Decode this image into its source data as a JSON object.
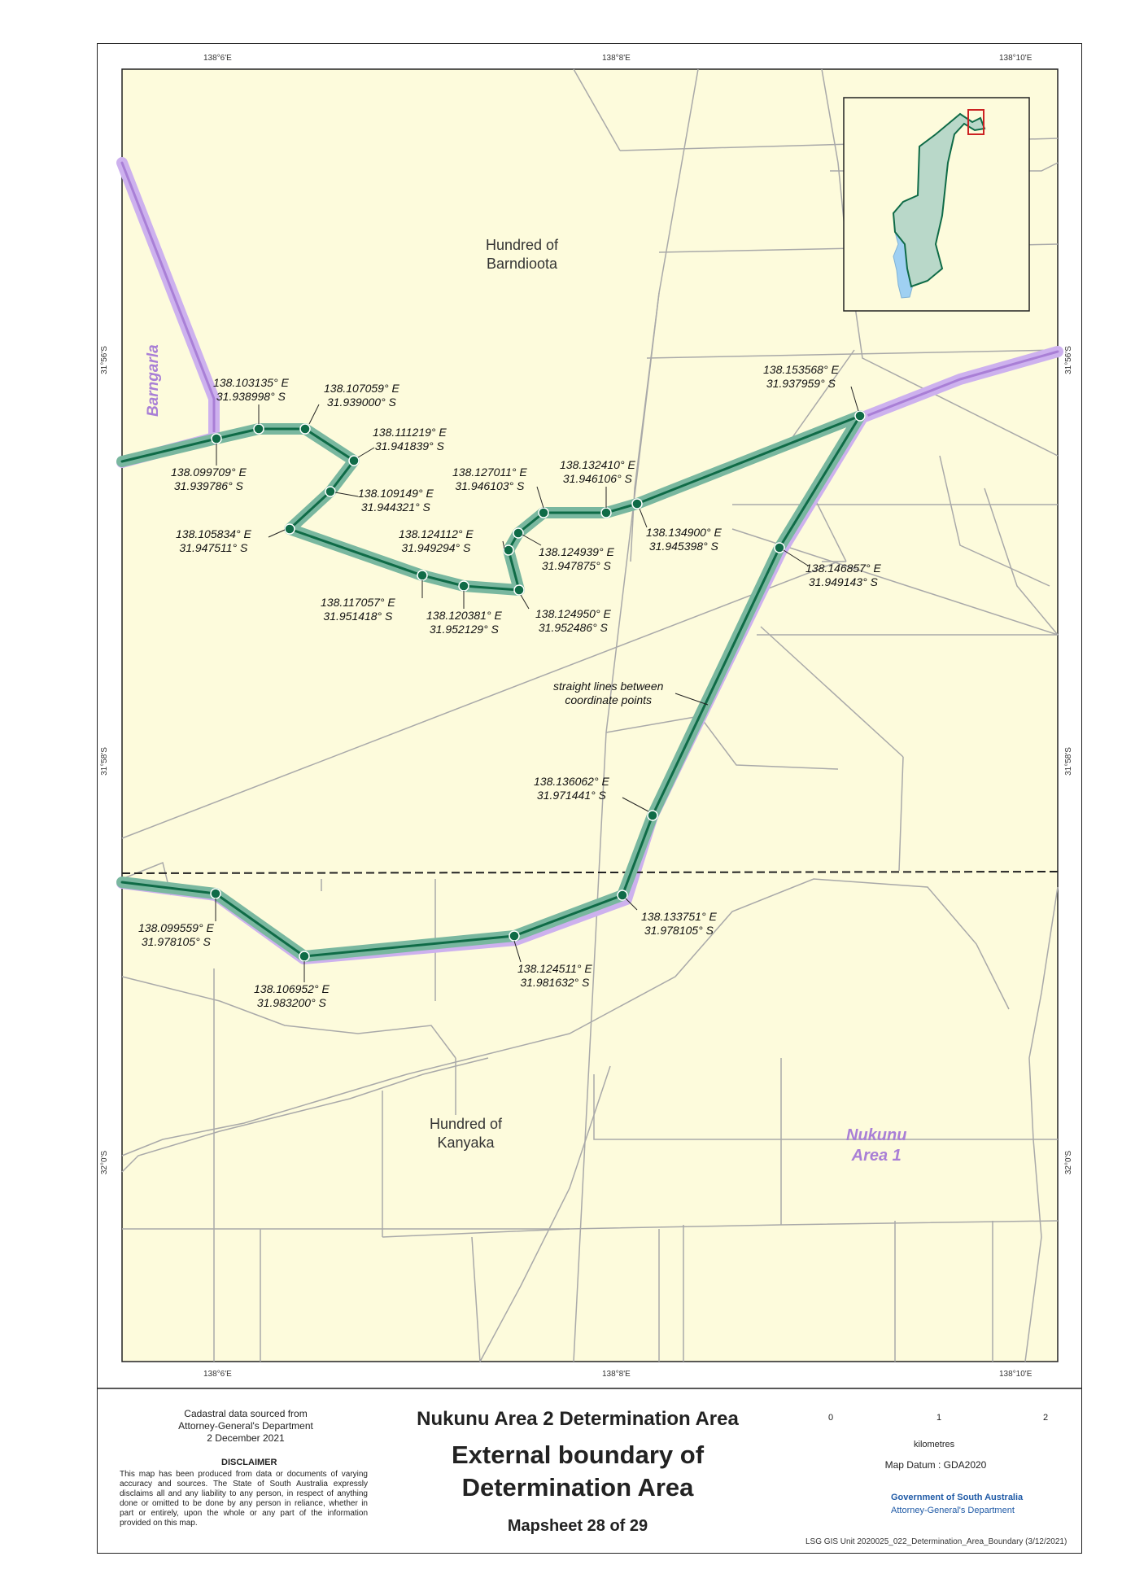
{
  "graticule": {
    "top_x": [
      "138°6'E",
      "138°8'E",
      "138°10'E"
    ],
    "bottom_x": [
      "138°6'E",
      "138°8'E",
      "138°10'E"
    ],
    "left_y": [
      "31°56'S",
      "31°58'S",
      "32°0'S"
    ],
    "right_y": [
      "31°56'S",
      "31°58'S",
      "32°0'S"
    ]
  },
  "regions": {
    "barndioota": [
      "Hundred of",
      "Barndioota"
    ],
    "kanyaka": [
      "Hundred of",
      "Kanyaka"
    ],
    "nukunu": [
      "Nukunu",
      "Area 1"
    ],
    "barngarla": "Barngarla"
  },
  "note": [
    "straight lines between",
    "coordinate points"
  ],
  "points": [
    {
      "e": "138.103135° E",
      "s": "31.938998° S"
    },
    {
      "e": "138.107059° E",
      "s": "31.939000° S"
    },
    {
      "e": "138.111219° E",
      "s": "31.941839° S"
    },
    {
      "e": "138.099709° E",
      "s": "31.939786° S"
    },
    {
      "e": "138.109149° E",
      "s": "31.944321° S"
    },
    {
      "e": "138.105834° E",
      "s": "31.947511° S"
    },
    {
      "e": "138.127011° E",
      "s": "31.946103° S"
    },
    {
      "e": "138.132410° E",
      "s": "31.946106° S"
    },
    {
      "e": "138.124112° E",
      "s": "31.949294° S"
    },
    {
      "e": "138.124939° E",
      "s": "31.947875° S"
    },
    {
      "e": "138.134900° E",
      "s": "31.945398° S"
    },
    {
      "e": "138.153568° E",
      "s": "31.937959° S"
    },
    {
      "e": "138.146857° E",
      "s": "31.949143° S"
    },
    {
      "e": "138.117057° E",
      "s": "31.951418° S"
    },
    {
      "e": "138.120381° E",
      "s": "31.952129° S"
    },
    {
      "e": "138.124950° E",
      "s": "31.952486° S"
    },
    {
      "e": "138.136062° E",
      "s": "31.971441° S"
    },
    {
      "e": "138.099559° E",
      "s": "31.978105° S"
    },
    {
      "e": "138.133751° E",
      "s": "31.978105° S"
    },
    {
      "e": "138.124511° E",
      "s": "31.981632° S"
    },
    {
      "e": "138.106952° E",
      "s": "31.983200° S"
    }
  ],
  "legend": {
    "source": [
      "Cadastral data sourced from",
      "Attorney-General's Department",
      "2 December 2021"
    ],
    "disclaimer_title": "DISCLAIMER",
    "disclaimer_text": "This map has been produced from data or documents of varying accuracy and sources. The State of South Australia expressly disclaims all and any liability to any person, in respect of anything done or omitted to be done by any person in reliance, whether in part or entirely, upon the whole or any part of the information provided on this map.",
    "title_small": "Nukunu Area 2 Determination Area",
    "title_large": [
      "External boundary of",
      "Determination Area"
    ],
    "mapsheet": "Mapsheet 28 of 29",
    "scale_ticks": [
      "0",
      "1",
      "2"
    ],
    "scale_unit": "kilometres",
    "datum": "Map Datum : GDA2020",
    "gov_line1": "Government of South Australia",
    "gov_line2": "Attorney-General's Department",
    "footer": "LSG GIS Unit  2020025_022_Determination_Area_Boundary  (3/12/2021)"
  },
  "colors": {
    "land": "#fdfbdc",
    "parcel_line": "#a9a9a9",
    "boundary": "#0f6b47",
    "boundary_halo": "#79b79f",
    "nukunu_purple": "#a97fd6",
    "inset_fill": "#b9d8c9",
    "water": "#9fd0f2",
    "inset_frame": "#cc2222"
  }
}
